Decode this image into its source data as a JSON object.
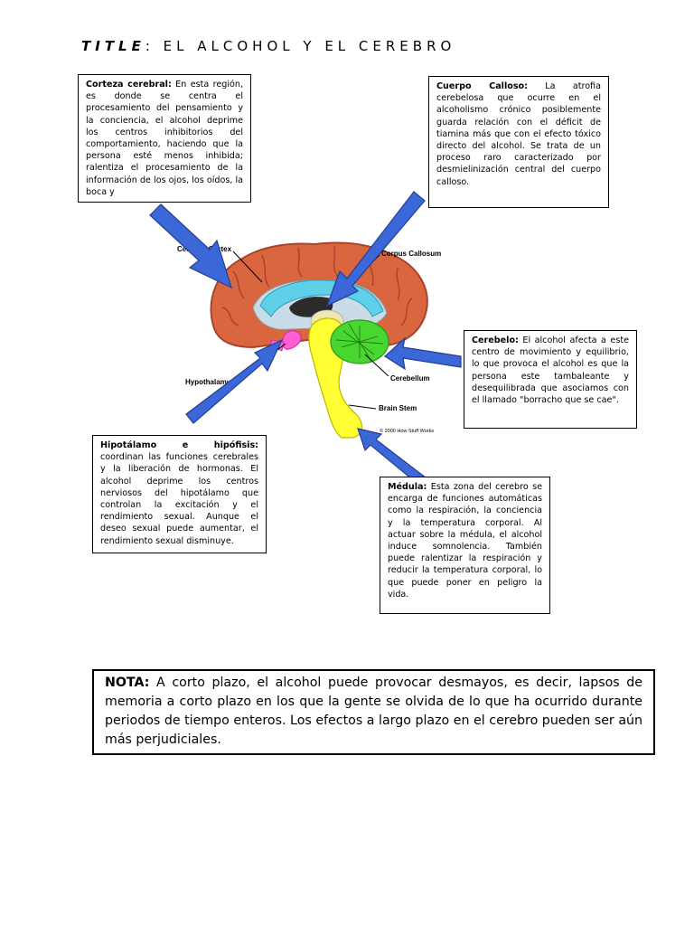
{
  "title": {
    "prefix": "TITLE",
    "text": ": EL ALCOHOL Y EL CEREBRO"
  },
  "boxes": {
    "corteza": {
      "heading": "Corteza cerebral:",
      "body": " En esta región, es donde se centra el procesamiento del pensamiento y la conciencia, el alcohol deprime los centros inhibitorios del comportamiento, haciendo que la persona esté menos inhibida; ralentiza el procesamiento de la información de los ojos, los oídos, la boca y"
    },
    "callosal": {
      "heading": "Cuerpo Calloso:",
      "body": " La atrofia cerebelosa que ocurre en el alcoholismo crónico posiblemente guarda relación con el déficit de tiamina más que con el efecto tóxico directo del alcohol. Se trata de un proceso raro caracterizado por desmielinización central del cuerpo calloso."
    },
    "cerebelo": {
      "heading": "Cerebelo:",
      "body": " El alcohol afecta a este centro de movimiento y equilibrio, lo que provoca el alcohol es que la persona este tambaleante y desequilibrada que asociamos con el llamado \"borracho que se cae\"."
    },
    "hipo": {
      "heading": "Hipotálamo e hipófisis:",
      "body": " coordinan las funciones cerebrales y la liberación de hormonas. El alcohol deprime los centros nerviosos del hipotálamo que controlan la excitación y el rendimiento sexual. Aunque el deseo sexual puede aumentar, el rendimiento sexual disminuye."
    },
    "medula": {
      "heading": "Médula:",
      "body": " Esta zona del cerebro se encarga de funciones automáticas como la respiración, la conciencia y la temperatura corporal. Al actuar sobre la médula, el alcohol induce somnolencia. También puede ralentizar la respiración y reducir la temperatura corporal, lo que puede poner en peligro la vida."
    }
  },
  "diagram_labels": {
    "cerebral_cortex": "Cerebral Cortex",
    "corpus_callosum": "Corpus Callosum",
    "cerebellum": "Cerebellum",
    "hypothalamus": "Hypothalamus",
    "brain_stem": "Brain Stem",
    "copyright": "© 2000 How Stuff Works"
  },
  "nota": {
    "heading": "NOTA:",
    "body": " A corto plazo, el alcohol puede provocar desmayos, es decir, lapsos de memoria a corto plazo en los que la gente se olvida de lo que ha ocurrido durante periodos de tiempo enteros. Los efectos a largo plazo en el cerebro pueden ser aún más perjudiciales."
  },
  "colors": {
    "cortex": "#d9663f",
    "cortex_dark": "#a9442a",
    "callosum": "#5fd0e8",
    "cerebellum": "#48d630",
    "brainstem": "#ffff33",
    "hypothalamus": "#ff5fd2",
    "arrow": "#3b67d9",
    "arrow_edge": "#243f8f",
    "inner": "#c9dbe6"
  }
}
